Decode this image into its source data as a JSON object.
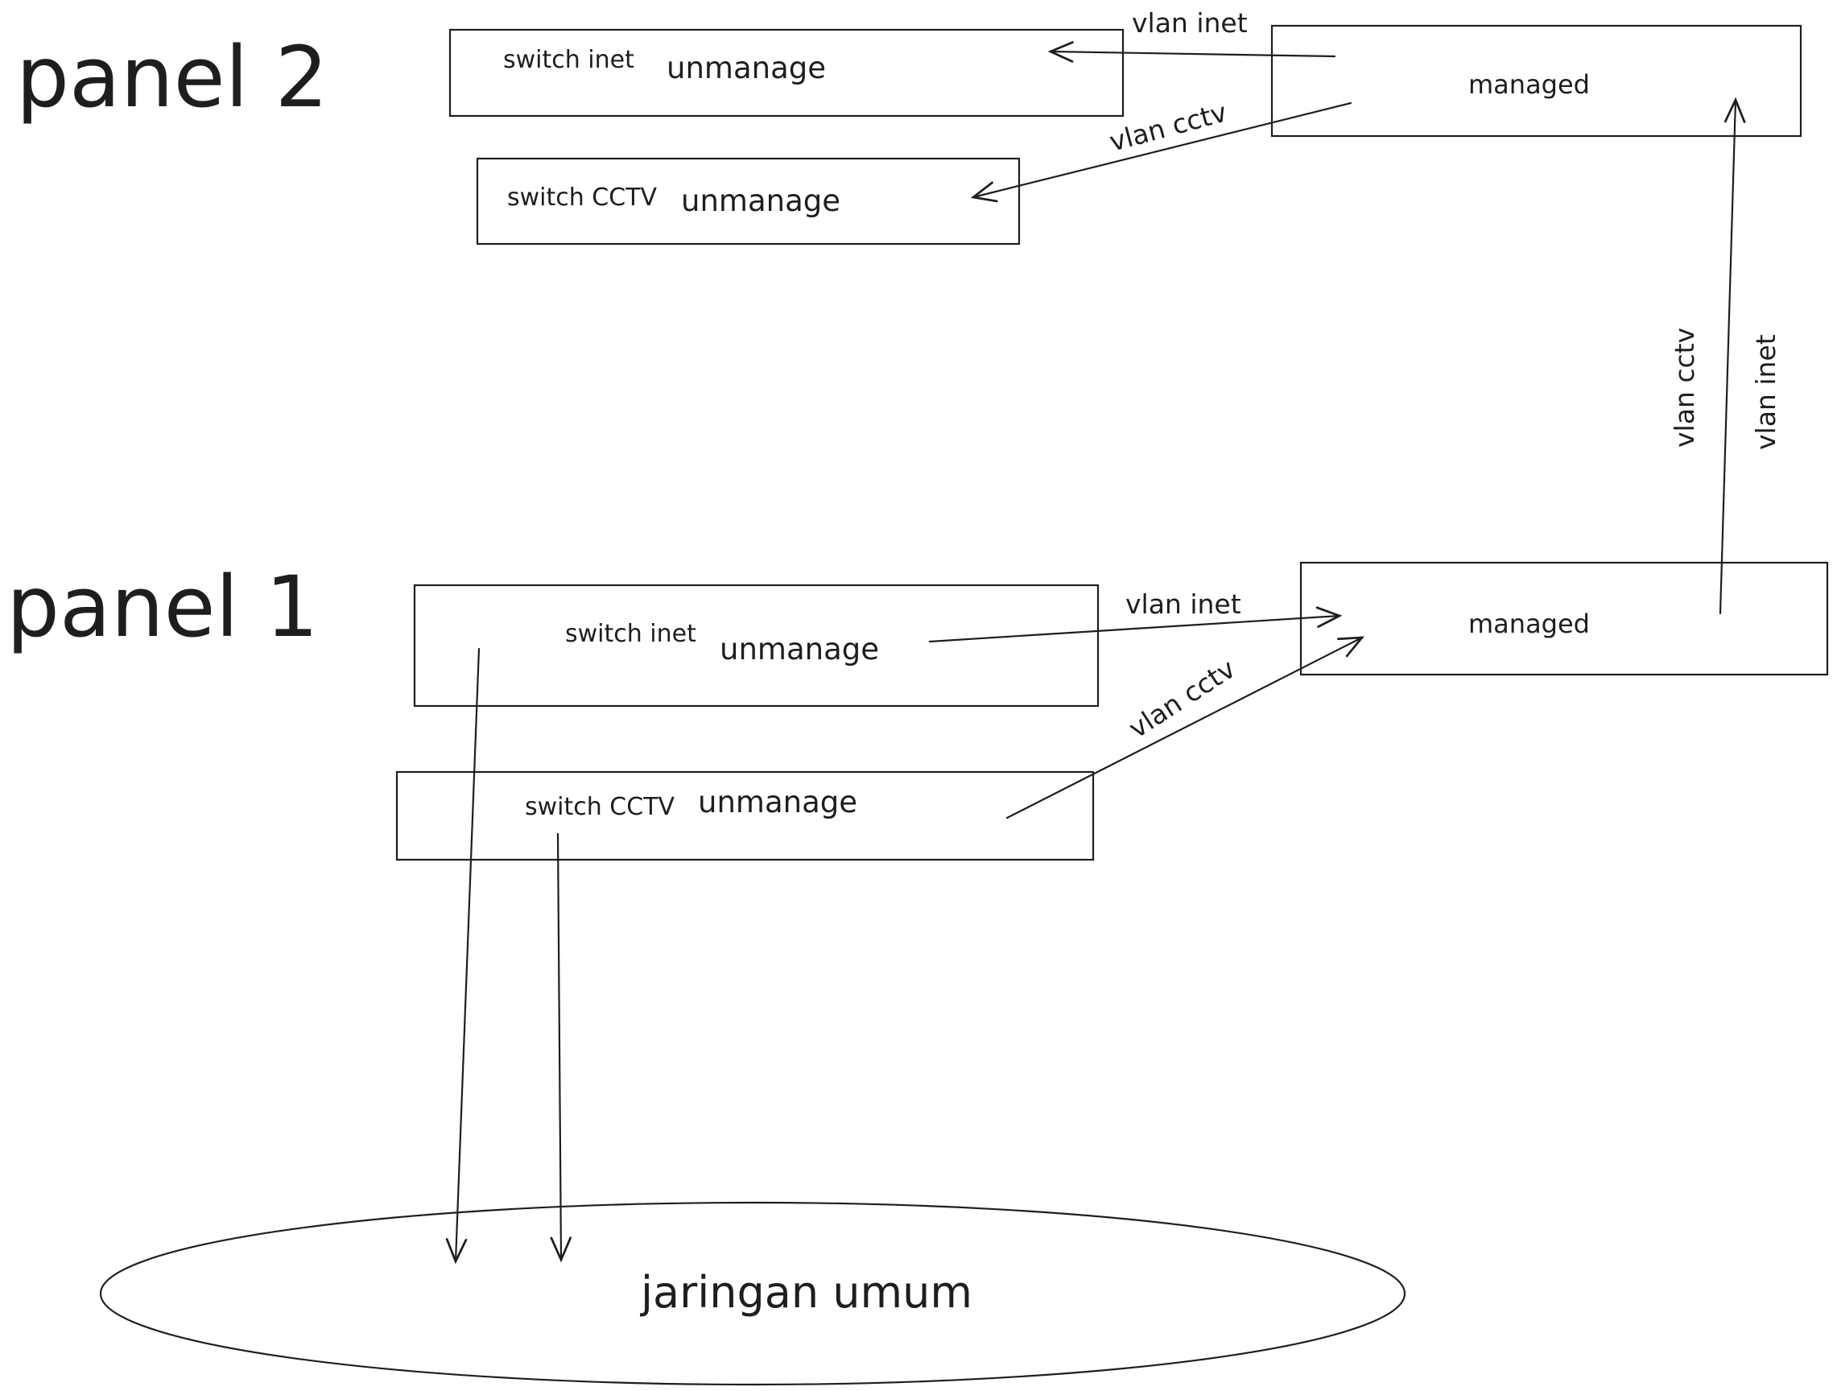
{
  "panel2": {
    "title": "panel 2",
    "switch_inet": {
      "name": "switch inet",
      "type": "unmanage"
    },
    "switch_cctv": {
      "name": "switch CCTV",
      "type": "unmanage"
    },
    "managed": {
      "label": "managed"
    },
    "link_inet": "vlan inet",
    "link_cctv": "vlan cctv"
  },
  "panel1": {
    "title": "panel 1",
    "switch_inet": {
      "name": "switch inet",
      "type": "unmanage"
    },
    "switch_cctv": {
      "name": "switch CCTV",
      "type": "unmanage"
    },
    "managed": {
      "label": "managed"
    },
    "link_inet": "vlan inet",
    "link_cctv": "vlan cctv"
  },
  "uplink": {
    "cctv": "vlan cctv",
    "inet": "vlan inet"
  },
  "network": {
    "label": "jaringan umum"
  }
}
